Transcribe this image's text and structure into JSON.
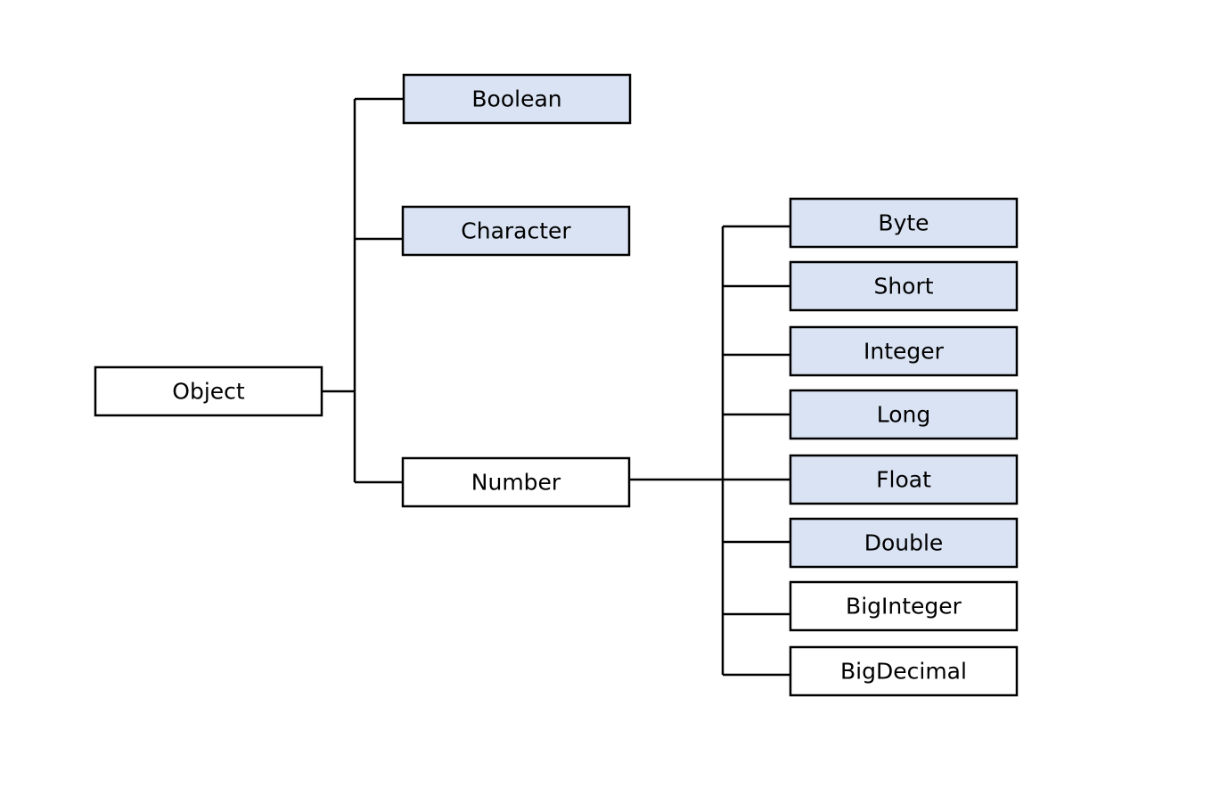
{
  "colors": {
    "wrapper_fill": "#dae3f3",
    "plain_fill": "#ffffff",
    "line": "#000000"
  },
  "root": {
    "label": "Object",
    "children": [
      {
        "label": "Boolean",
        "primitive_wrapper": true
      },
      {
        "label": "Character",
        "primitive_wrapper": true
      },
      {
        "label": "Number",
        "primitive_wrapper": false,
        "children": [
          {
            "label": "Byte",
            "primitive_wrapper": true
          },
          {
            "label": "Short",
            "primitive_wrapper": true
          },
          {
            "label": "Integer",
            "primitive_wrapper": true
          },
          {
            "label": "Long",
            "primitive_wrapper": true
          },
          {
            "label": "Float",
            "primitive_wrapper": true
          },
          {
            "label": "Double",
            "primitive_wrapper": true
          },
          {
            "label": "BigInteger",
            "primitive_wrapper": false
          },
          {
            "label": "BigDecimal",
            "primitive_wrapper": false
          }
        ]
      }
    ]
  }
}
